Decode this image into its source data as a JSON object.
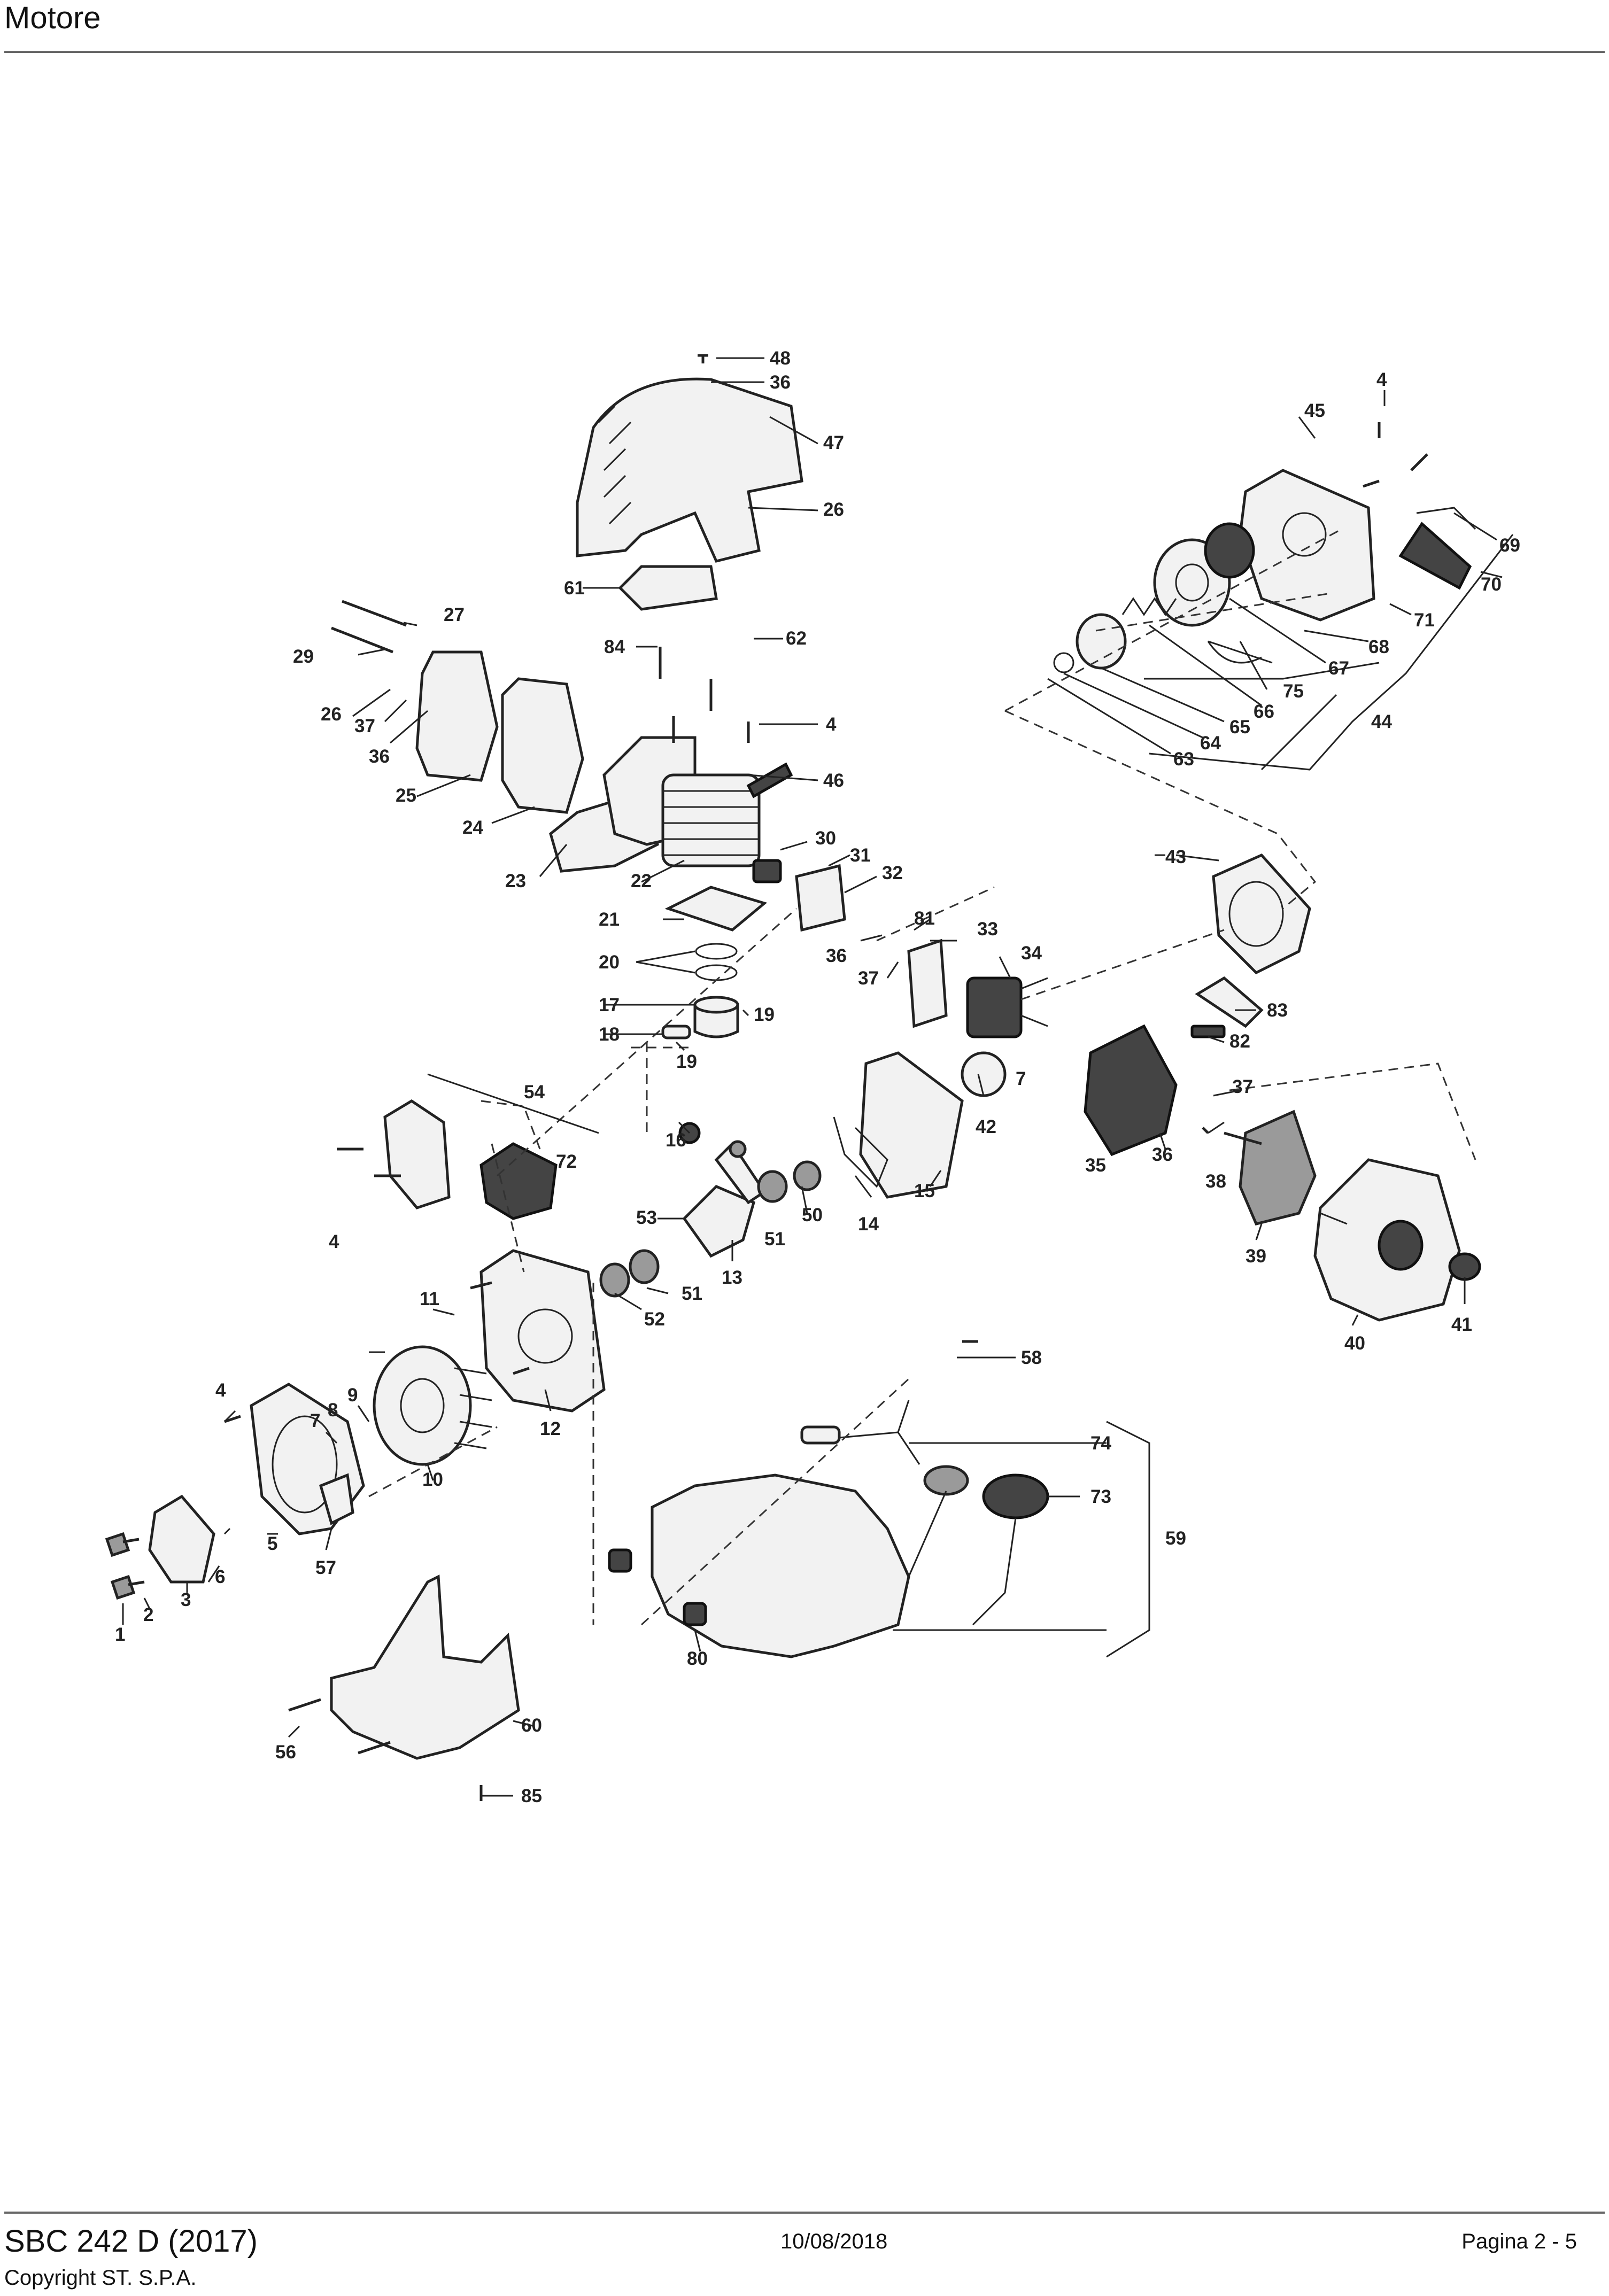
{
  "header": {
    "title": "Motore"
  },
  "footer": {
    "model": "SBC 242 D (2017)",
    "copyright": "Copyright ST. S.P.A.",
    "date": "10/08/2018",
    "page": "Pagina 2 - 5"
  },
  "callouts": {
    "c1": "1",
    "c2": "2",
    "c3": "3",
    "c4a": "4",
    "c4b": "4",
    "c4c": "4",
    "c4d": "4",
    "c5": "5",
    "c6": "6",
    "c7a": "7",
    "c7b": "7",
    "c8": "8",
    "c9": "9",
    "c10": "10",
    "c11": "11",
    "c12": "12",
    "c13": "13",
    "c14": "14",
    "c15": "15",
    "c16": "16",
    "c17": "17",
    "c18": "18",
    "c19a": "19",
    "c19b": "19",
    "c20": "20",
    "c21": "21",
    "c22": "22",
    "c23": "23",
    "c24": "24",
    "c25": "25",
    "c26a": "26",
    "c26b": "26",
    "c27": "27",
    "c29": "29",
    "c30": "30",
    "c31": "31",
    "c32": "32",
    "c33": "33",
    "c34": "34",
    "c35": "35",
    "c36a": "36",
    "c36b": "36",
    "c36c": "36",
    "c36d": "36",
    "c37a": "37",
    "c37b": "37",
    "c37c": "37",
    "c38": "38",
    "c39": "39",
    "c40": "40",
    "c41": "41",
    "c42": "42",
    "c43": "43",
    "c44": "44",
    "c45": "45",
    "c46": "46",
    "c47": "47",
    "c48": "48",
    "c50": "50",
    "c51a": "51",
    "c51b": "51",
    "c52": "52",
    "c53": "53",
    "c54": "54",
    "c56": "56",
    "c57": "57",
    "c58": "58",
    "c59": "59",
    "c60": "60",
    "c61": "61",
    "c62": "62",
    "c63": "63",
    "c64": "64",
    "c65": "65",
    "c66": "66",
    "c67": "67",
    "c68": "68",
    "c69": "69",
    "c70": "70",
    "c71": "71",
    "c72": "72",
    "c73": "73",
    "c74": "74",
    "c75": "75",
    "c80": "80",
    "c81": "81",
    "c82": "82",
    "c83": "83",
    "c84": "84",
    "c85": "85"
  }
}
